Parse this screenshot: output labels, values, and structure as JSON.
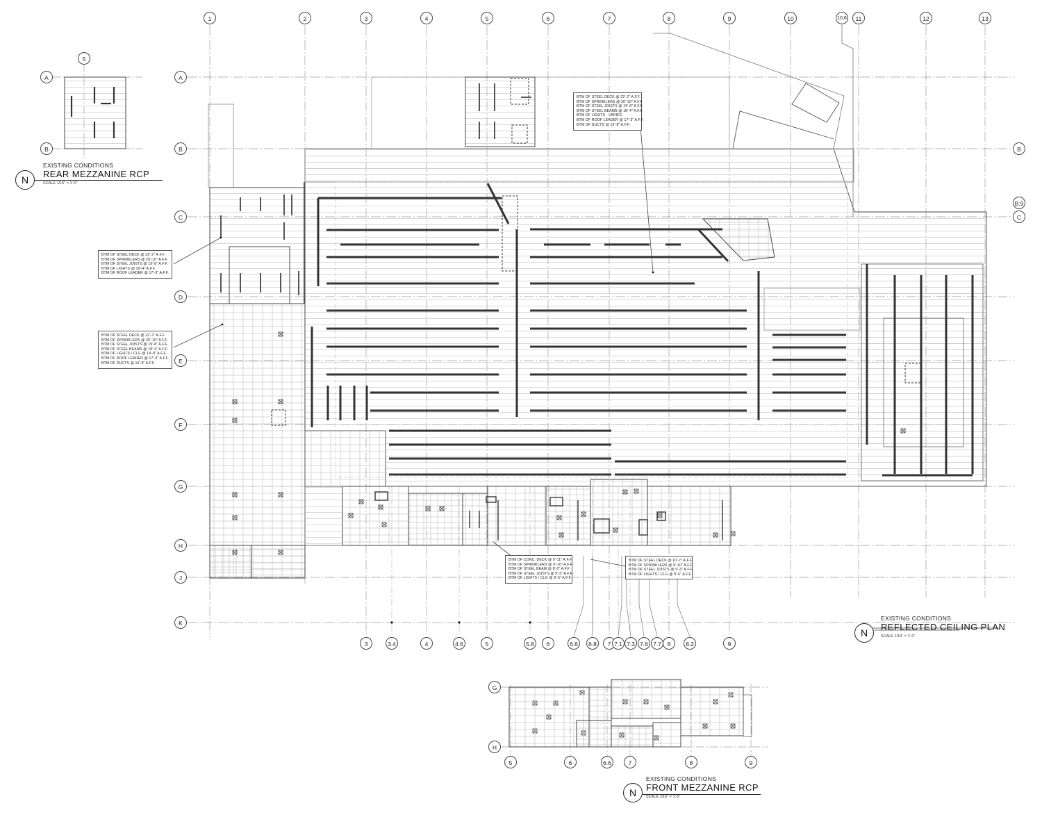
{
  "main_plan": {
    "title_sub": "EXISTING CONDITIONS",
    "title": "REFLECTED CEILING PLAN",
    "scale": "SCALE 1/16\" = 1'-0\"",
    "north": "N",
    "grid_top": [
      "1",
      "2",
      "3",
      "4",
      "5",
      "6",
      "7",
      "8",
      "9",
      "10",
      "10.8",
      "11",
      "12",
      "13"
    ],
    "grid_bottom": [
      "3",
      "3.4",
      "4",
      "4.6",
      "5",
      "5.8",
      "6",
      "6.6",
      "6.8",
      "7",
      "7.1",
      "7.3",
      "7.6",
      "7.7",
      "8",
      "8.2",
      "9"
    ],
    "grid_left": [
      "A",
      "B",
      "C",
      "D",
      "E",
      "F",
      "G",
      "H",
      "J",
      "K"
    ],
    "grid_right": [
      "B",
      "B.9",
      "C"
    ]
  },
  "rear_mezzanine": {
    "title_sub": "EXISTING CONDITIONS",
    "title": "REAR MEZZANINE RCP",
    "scale": "SCALE 1/16\" = 1'-0\"",
    "north": "N",
    "grid_top": [
      "5"
    ],
    "grid_left": [
      "A",
      "B"
    ]
  },
  "front_mezzanine": {
    "title_sub": "EXISTING CONDITIONS",
    "title": "FRONT MEZZANINE RCP",
    "scale": "SCALE 1/16\" = 1'-0\"",
    "north": "N",
    "grid_bottom": [
      "5",
      "6",
      "6.6",
      "7",
      "8",
      "9"
    ],
    "grid_left": [
      "G",
      "H"
    ]
  },
  "notes": {
    "note1": [
      "BTM OF STEEL DECK @ 22'-2\" A.F.F.",
      "BTM OF SPRINKLERS @ 20'-10\" A.F.F.",
      "BTM OF STEEL JOISTS @ 19'-8\" A.F.F.",
      "BTM OF STEEL BEAMS @ 18'-4\" A.F.F.",
      "BTM OF LIGHTS - VARIES",
      "BTM OF ROOF LEADER @ 17'-3\" A.F.F.",
      "BTM OF DUCTS @ 15'-8\" A.F.F."
    ],
    "note2": [
      "BTM OF STEEL DECK @ 22'-2\" A.F.F.",
      "BTM OF SPRINKLERS @ 20'-10\" A.F.F.",
      "BTM OF STEEL JOISTS @ 19'-8\" A.F.F.",
      "BTM OF LIGHTS @ 18'-4\" A.F.F.",
      "BTM OF ROOF LEADER @ 17'-3\" A.F.F."
    ],
    "note3": [
      "BTM OF STEEL DECK @ 22'-2\" A.F.F.",
      "BTM OF SPRINKLERS @ 20'-10\" A.F.F.",
      "BTM OF STEEL JOISTS @ 19'-8\" A.F.F.",
      "BTM OF STEEL BEAMS @ 18'-4\" A.F.F.",
      "BTM OF LIGHTS / CLG @ 14'-8\" A.F.F.",
      "BTM OF ROOF LEADER @ 17'-3\" A.F.F.",
      "BTM OF DUCTS @ 15'-8\" A.F.F."
    ],
    "note4": [
      "BTM OF CONC. DECK @ 9'-11\" A.F.F.",
      "BTM OF SPRINKLERS @ 9'-10\" A.F.F.",
      "BTM OF STEEL BEAM @ 8'-0\" A.F.F.",
      "BTM OF STEEL JOISTS @ 9'-3\" A.F.F.",
      "BTM OF LIGHTS / CLG @ 8'-6\" A.F.F."
    ],
    "note5": [
      "BTM OF STEEL DECK @ 10'-7\" A.F.F.",
      "BTM OF SPRINKLERS @ 9'-10\" A.F.F.",
      "BTM OF STEEL JOISTS @ 9'-3\" A.F.F.",
      "BTM OF LIGHTS / CLG @ 8'-6\" A.F.F."
    ]
  }
}
